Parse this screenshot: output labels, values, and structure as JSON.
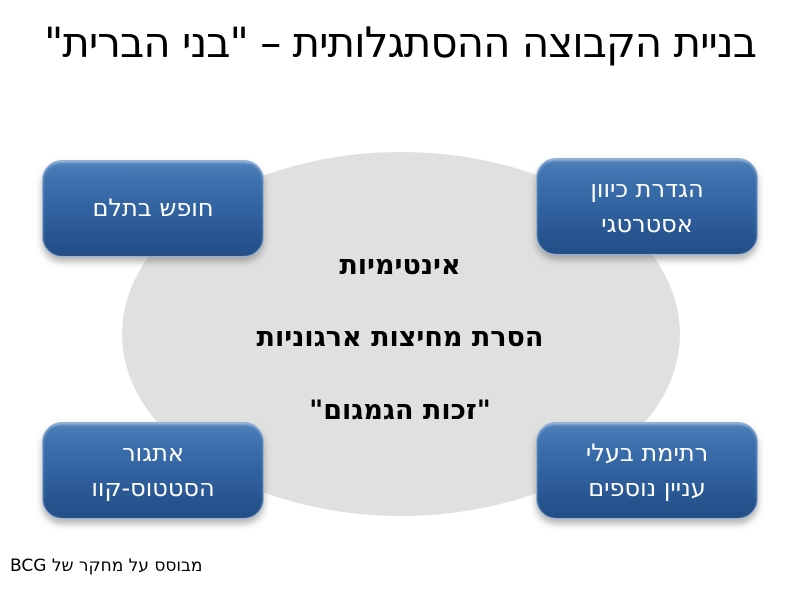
{
  "title": "בניית הקבוצה ההסתגלותית – \"בני הברית\"",
  "ellipse": {
    "lines": [
      "אינטימיות",
      "הסרת מחיצות ארגוניות",
      "\"זכות הגמגום\""
    ]
  },
  "boxes": {
    "top_left": {
      "lines": [
        "חופש בתלם"
      ]
    },
    "top_right": {
      "lines": [
        "הגדרת כיוון",
        "אסטרטגי"
      ]
    },
    "bottom_left": {
      "lines": [
        "אתגור",
        "הסטטוס-קוו"
      ]
    },
    "bottom_right": {
      "lines": [
        "רתימת בעלי",
        "עניין נוספים"
      ]
    }
  },
  "footer": "מבוסס על מחקר של BCG",
  "colors": {
    "box_blue_top": "#4a7db8",
    "box_blue_bottom": "#234e87",
    "box_text": "#ffffff",
    "ellipse_gray": "#e0e0e0",
    "text_black": "#000000",
    "background": "#ffffff"
  }
}
